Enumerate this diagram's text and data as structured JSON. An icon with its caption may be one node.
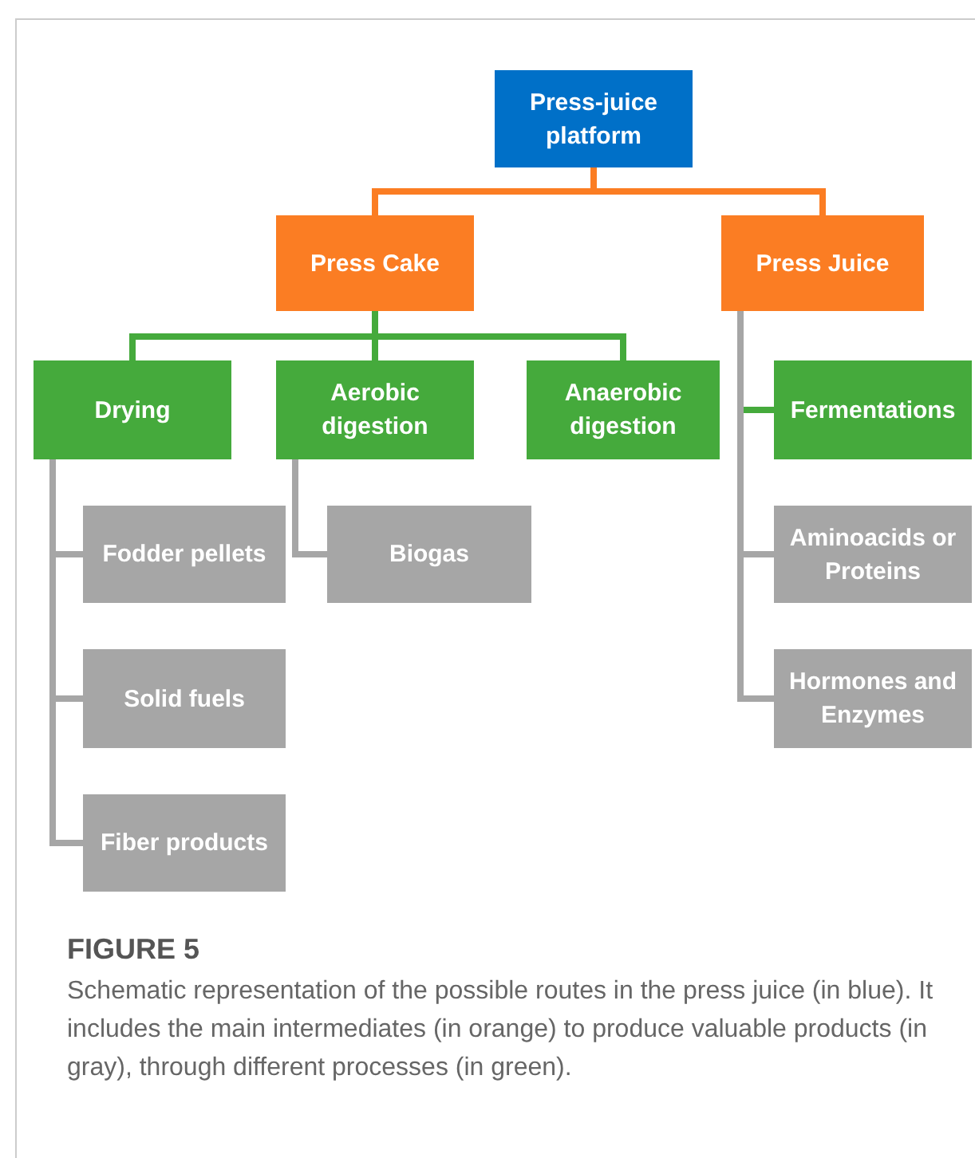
{
  "diagram": {
    "caption": "Schematic representation of the possible routes in the press juice (in blue). It includes the main intermediates (in orange) to produce valuable products (in gray), through different processes (in green).",
    "nodes": [
      {
        "text": [
          "Press-juice platform"
        ]
      },
      {
        "text": [
          "Press Cake"
        ]
      },
      {
        "text": [
          "Press Juice"
        ]
      },
      {
        "text": [
          "Drying"
        ]
      },
      {
        "text": [
          "Aerobic digestion"
        ]
      },
      {
        "text": [
          "Anaerobic digestion"
        ]
      },
      {
        "text": [
          "Fermentations"
        ]
      },
      {
        "text": [
          "Fodder pellets"
        ]
      },
      {
        "text": [
          "Solid fuels"
        ]
      },
      {
        "text": [
          "Fiber products"
        ]
      },
      {
        "text": [
          "Biogas"
        ]
      },
      {
        "text": [
          "Aminoacids or Proteins"
        ]
      },
      {
        "text": [
          "Hormones and Enzymes"
        ]
      }
    ],
    "edges": [
      {
        "from": 0,
        "to": 1,
        "arrow": "none",
        "color": "#fb7d23"
      },
      {
        "from": 0,
        "to": 2,
        "arrow": "none",
        "color": "#fb7d23"
      },
      {
        "from": 1,
        "to": 3,
        "arrow": "none",
        "color": "#45aa3c"
      },
      {
        "from": 1,
        "to": 4,
        "arrow": "none",
        "color": "#45aa3c"
      },
      {
        "from": 1,
        "to": 5,
        "arrow": "none",
        "color": "#45aa3c"
      },
      {
        "from": 2,
        "to": 6,
        "arrow": "none",
        "color": "#45aa3c"
      },
      {
        "from": 3,
        "to": 7,
        "arrow": "none"
      },
      {
        "from": 3,
        "to": 8,
        "arrow": "none"
      },
      {
        "from": 3,
        "to": 9,
        "arrow": "none"
      },
      {
        "from": 4,
        "to": 10,
        "arrow": "none"
      },
      {
        "from": 2,
        "to": 11,
        "arrow": "none"
      },
      {
        "from": 2,
        "to": 12,
        "arrow": "none"
      }
    ],
    "labels": [
      "FIGURE 5"
    ]
  }
}
